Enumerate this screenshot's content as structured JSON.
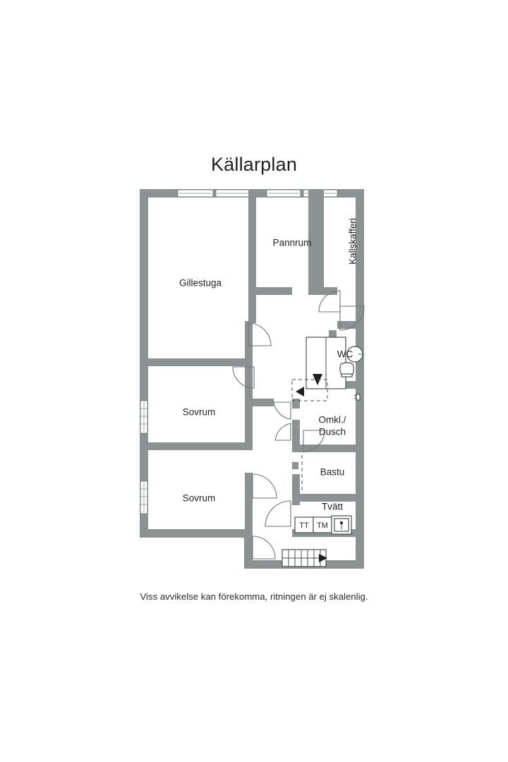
{
  "plan": {
    "title": "Källarplan",
    "caption": "Viss avvikelse kan förekomma, ritningen är ej skalenlig.",
    "colors": {
      "wall": "#8c9191",
      "text": "#231f20",
      "background": "#ffffff",
      "fixture_stroke": "#4a4f4f"
    },
    "rooms": [
      {
        "id": "gillestuga",
        "label": "Gillestuga"
      },
      {
        "id": "pannrum",
        "label": "Pannrum"
      },
      {
        "id": "kallskafferi",
        "label": "Kallskafferi",
        "orientation": "vertical"
      },
      {
        "id": "wc",
        "label": "WC"
      },
      {
        "id": "omkl-dusch-line1",
        "label": "Omkl./"
      },
      {
        "id": "omkl-dusch-line2",
        "label": "Dusch"
      },
      {
        "id": "bastu",
        "label": "Bastu"
      },
      {
        "id": "tvatt",
        "label": "Tvätt"
      },
      {
        "id": "sovrum-1",
        "label": "Sovrum"
      },
      {
        "id": "sovrum-2",
        "label": "Sovrum"
      }
    ],
    "appliances": [
      {
        "id": "tt",
        "label": "TT"
      },
      {
        "id": "tm",
        "label": "TM"
      }
    ],
    "fixtures": [
      {
        "id": "toilet",
        "name": "toilet-fixture"
      },
      {
        "id": "sink",
        "name": "sink-fixture"
      },
      {
        "id": "laundry-sink",
        "name": "laundry-sink-fixture"
      }
    ],
    "stairs": [
      {
        "id": "interior-stair",
        "direction": "down"
      },
      {
        "id": "entry-stair",
        "direction": "right"
      }
    ],
    "windows_top_count": 4,
    "windows_left_count": 2
  }
}
